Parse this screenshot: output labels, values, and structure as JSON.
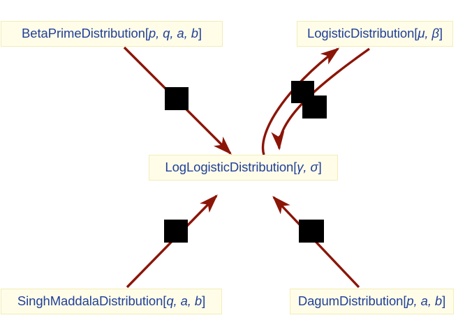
{
  "diagram": {
    "type": "relationship-graph",
    "background_color": "#ffffff",
    "node_fill_color": "#fffde8",
    "node_border_color": "#f2ecb6",
    "node_text_color": "#21409a",
    "edge_color": "#8b1507",
    "marker_color": "#000000",
    "nodes": [
      {
        "id": "beta-prime",
        "label": "BetaPrimeDistribution[p, q, a, b]",
        "head": "BetaPrimeDistribution[",
        "params": "p, q, a, b",
        "tail": "]",
        "position": "top-left"
      },
      {
        "id": "logistic",
        "label": "LogisticDistribution[μ, β]",
        "head": "LogisticDistribution[",
        "params": "μ, β",
        "tail": "]",
        "position": "top-right"
      },
      {
        "id": "loglogistic",
        "label": "LogLogisticDistribution[γ, σ]",
        "head": "LogLogisticDistribution[",
        "params": "γ, σ",
        "tail": "]",
        "position": "center"
      },
      {
        "id": "singh-maddala",
        "label": "SinghMaddalaDistribution[q, a, b]",
        "head": "SinghMaddalaDistribution[",
        "params": "q, a, b",
        "tail": "]",
        "position": "bottom-left"
      },
      {
        "id": "dagum",
        "label": "DagumDistribution[p, a, b]",
        "head": "DagumDistribution[",
        "params": "p, a, b",
        "tail": "]",
        "position": "bottom-right"
      }
    ],
    "edges": [
      {
        "id": "edge-betaprime-to-loglogistic",
        "from": "beta-prime",
        "to": "loglogistic",
        "style": "straight",
        "marker": "square"
      },
      {
        "id": "edge-loglogistic-to-logistic",
        "from": "loglogistic",
        "to": "logistic",
        "style": "curved",
        "marker": "square"
      },
      {
        "id": "edge-logistic-to-loglogistic",
        "from": "logistic",
        "to": "loglogistic",
        "style": "curved",
        "marker": "square"
      },
      {
        "id": "edge-singhmaddala-to-loglogistic",
        "from": "singh-maddala",
        "to": "loglogistic",
        "style": "straight",
        "marker": "square"
      },
      {
        "id": "edge-dagum-to-loglogistic",
        "from": "dagum",
        "to": "loglogistic",
        "style": "straight",
        "marker": "square"
      }
    ]
  }
}
